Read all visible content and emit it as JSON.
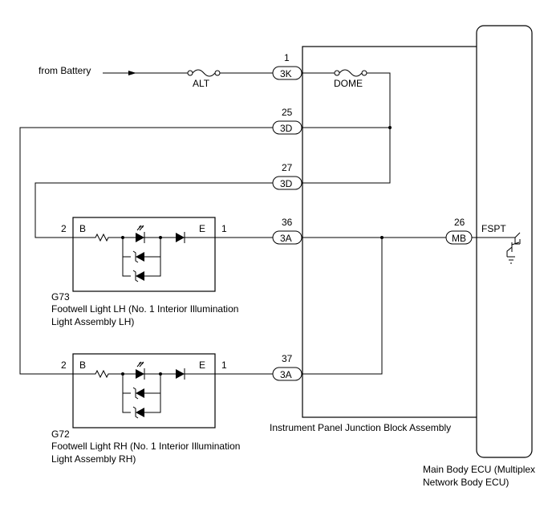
{
  "source": {
    "label": "from Battery"
  },
  "fuses": {
    "alt": "ALT",
    "dome": "DOME"
  },
  "junction_block": {
    "name": "Instrument Panel Junction Block Assembly",
    "pins": [
      {
        "pin": "1",
        "connector": "3K"
      },
      {
        "pin": "25",
        "connector": "3D"
      },
      {
        "pin": "27",
        "connector": "3D"
      },
      {
        "pin": "36",
        "connector": "3A"
      },
      {
        "pin": "37",
        "connector": "3A"
      }
    ]
  },
  "ecu": {
    "name_line1": "Main Body ECU (Multiplex",
    "name_line2": "Network Body ECU)",
    "pin": "26",
    "connector": "MB",
    "terminal": "FSPT"
  },
  "lights": [
    {
      "code": "G73",
      "name_line1": "Footwell Light LH (No. 1 Interior Illumination",
      "name_line2": "Light Assembly LH)",
      "pin_b": "2",
      "term_b": "B",
      "term_e": "E",
      "pin_e": "1"
    },
    {
      "code": "G72",
      "name_line1": "Footwell Light RH (No. 1 Interior Illumination",
      "name_line2": "Light Assembly RH)",
      "pin_b": "2",
      "term_b": "B",
      "term_e": "E",
      "pin_e": "1"
    }
  ]
}
